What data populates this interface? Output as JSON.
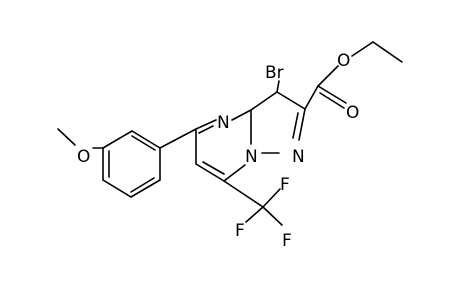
{
  "molecule": {
    "atoms": [
      {
        "id": "br",
        "label": "Br"
      },
      {
        "id": "o_carbonyl",
        "label": "O"
      },
      {
        "id": "o_ester",
        "label": "O"
      },
      {
        "id": "n_pyrimidine",
        "label": "N"
      },
      {
        "id": "n_bridge",
        "label": "N"
      },
      {
        "id": "n_pyrazole",
        "label": "N"
      },
      {
        "id": "o_methoxy",
        "label": "O"
      },
      {
        "id": "f1",
        "label": "F"
      },
      {
        "id": "f2",
        "label": "F"
      },
      {
        "id": "f3",
        "label": "F"
      }
    ]
  }
}
